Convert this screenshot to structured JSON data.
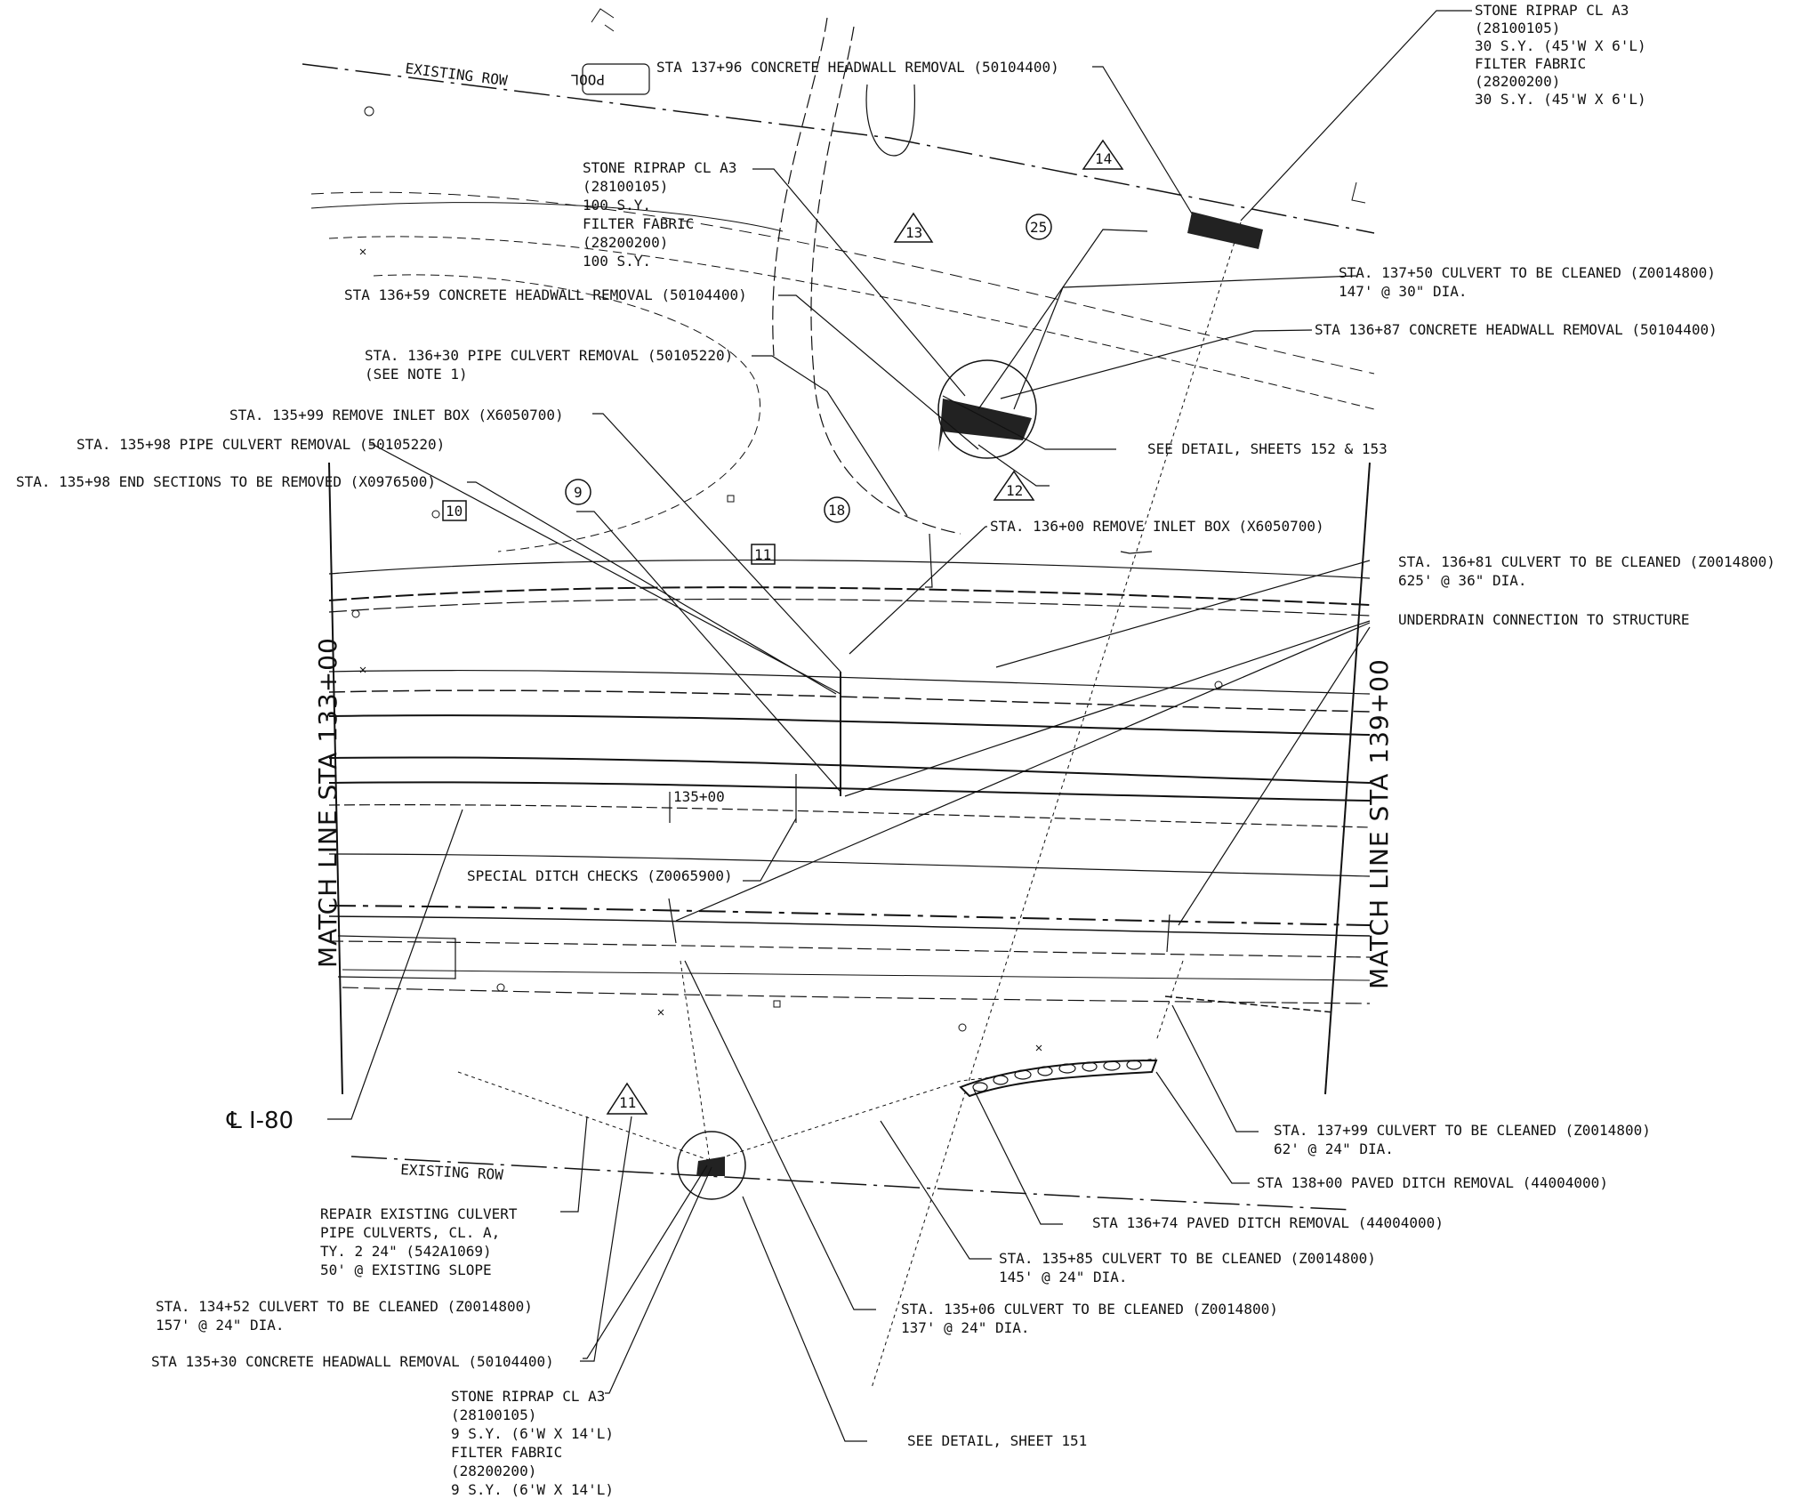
{
  "title": "Culvert and drainage removal plan",
  "match_lines": {
    "left": "MATCH LINE STA 133+00",
    "right": "MATCH LINE STA 139+00"
  },
  "row_labels": {
    "north": "EXISTING ROW",
    "south": "EXISTING ROW"
  },
  "centerline": "℄ I-80",
  "station_mark": "135+00",
  "pool_label": "POOL",
  "symbols": {
    "s9": "9",
    "s10": "10",
    "s11": "11",
    "s11t": "11",
    "s12": "12",
    "s13": "13",
    "s14": "14",
    "s18": "18",
    "s25": "25"
  },
  "callouts": {
    "riprap_ne": [
      "STONE RIPRAP CL A3",
      "(28100105)",
      "30 S.Y. (45'W X 6'L)",
      "FILTER FABRIC",
      "(28200200)",
      "30 S.Y. (45'W X 6'L)"
    ],
    "sta_137_96": "STA 137+96 CONCRETE HEADWALL REMOVAL (50104400)",
    "riprap_mid": [
      "STONE RIPRAP CL A3",
      "(28100105)",
      "100 S.Y.",
      "FILTER FABRIC",
      "(28200200)",
      "100 S.Y."
    ],
    "sta_136_59": "STA 136+59 CONCRETE HEADWALL REMOVAL (50104400)",
    "sta_136_30": [
      "STA. 136+30 PIPE CULVERT REMOVAL (50105220)",
      "(SEE NOTE 1)"
    ],
    "sta_135_99": "STA. 135+99 REMOVE INLET BOX (X6050700)",
    "sta_135_98_pipe": "STA. 135+98 PIPE CULVERT REMOVAL (50105220)",
    "sta_135_98_end": "STA. 135+98 END SECTIONS TO BE REMOVED (X0976500)",
    "sta_137_50": [
      "STA. 137+50 CULVERT TO BE CLEANED (Z0014800)",
      "147' @ 30\" DIA."
    ],
    "sta_136_87": "STA 136+87 CONCRETE HEADWALL REMOVAL (50104400)",
    "see_detail_152": "SEE DETAIL, SHEETS 152 & 153",
    "sta_136_00": "STA. 136+00 REMOVE INLET BOX (X6050700)",
    "sta_136_81": [
      "STA. 136+81 CULVERT TO BE CLEANED (Z0014800)",
      "625' @ 36\" DIA."
    ],
    "underdrain": "UNDERDRAIN CONNECTION TO STRUCTURE",
    "special_ditch": "SPECIAL DITCH CHECKS (Z0065900)",
    "sta_137_99": [
      "STA. 137+99 CULVERT TO BE CLEANED (Z0014800)",
      "62' @ 24\" DIA."
    ],
    "sta_138_00": "STA 138+00 PAVED DITCH REMOVAL (44004000)",
    "sta_136_74": "STA 136+74 PAVED DITCH REMOVAL (44004000)",
    "sta_135_85": [
      "STA. 135+85 CULVERT TO BE CLEANED (Z0014800)",
      "145' @ 24\" DIA."
    ],
    "sta_135_06": [
      "STA. 135+06 CULVERT TO BE CLEANED (Z0014800)",
      "137' @ 24\" DIA."
    ],
    "repair": [
      "REPAIR EXISTING CULVERT",
      "PIPE CULVERTS, CL. A,",
      "TY. 2 24\" (542A1069)",
      "50' @ EXISTING SLOPE"
    ],
    "sta_134_52": [
      "STA. 134+52 CULVERT TO BE CLEANED (Z0014800)",
      "157' @ 24\" DIA."
    ],
    "sta_135_30": "STA 135+30 CONCRETE HEADWALL REMOVAL (50104400)",
    "riprap_s": [
      "STONE RIPRAP CL A3",
      "(28100105)",
      "9 S.Y. (6'W X 14'L)",
      "FILTER FABRIC",
      "(28200200)",
      "9 S.Y. (6'W X 14'L)"
    ],
    "see_detail_151": "SEE DETAIL, SHEET 151"
  }
}
